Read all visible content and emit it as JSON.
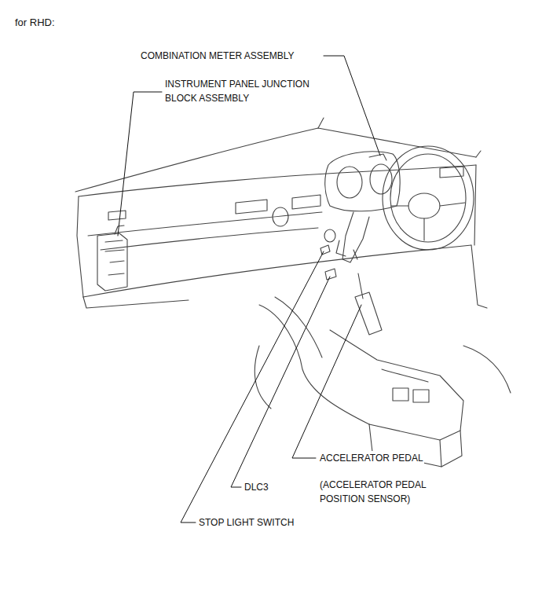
{
  "diagram": {
    "title": "for RHD:",
    "labels": [
      "COMBINATION METER ASSEMBLY",
      "INSTRUMENT PANEL JUNCTION BLOCK ASSEMBLY",
      "ACCELERATOR PEDAL",
      "(ACCELERATOR PEDAL POSITION SENSOR)",
      "DLC3",
      "STOP LIGHT SWITCH"
    ]
  }
}
